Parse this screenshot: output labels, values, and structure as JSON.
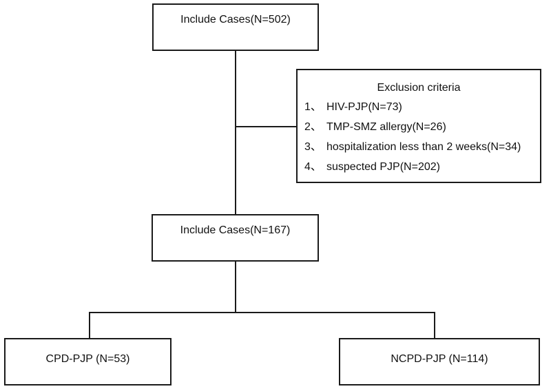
{
  "flowchart": {
    "top_box": {
      "label": "Include Cases(N=502)"
    },
    "exclusion_box": {
      "title": "Exclusion criteria",
      "items": [
        {
          "num": "1、",
          "text": "HIV-PJP(N=73)"
        },
        {
          "num": "2、",
          "text": "TMP-SMZ allergy(N=26)"
        },
        {
          "num": "3、",
          "text": "hospitalization less than 2 weeks(N=34)"
        },
        {
          "num": "4、",
          "text": "suspected PJP(N=202)"
        }
      ]
    },
    "middle_box": {
      "label": "Include Cases(N=167)"
    },
    "left_box": {
      "label": "CPD-PJP (N=53)"
    },
    "right_box": {
      "label": "NCPD-PJP (N=114)"
    }
  }
}
